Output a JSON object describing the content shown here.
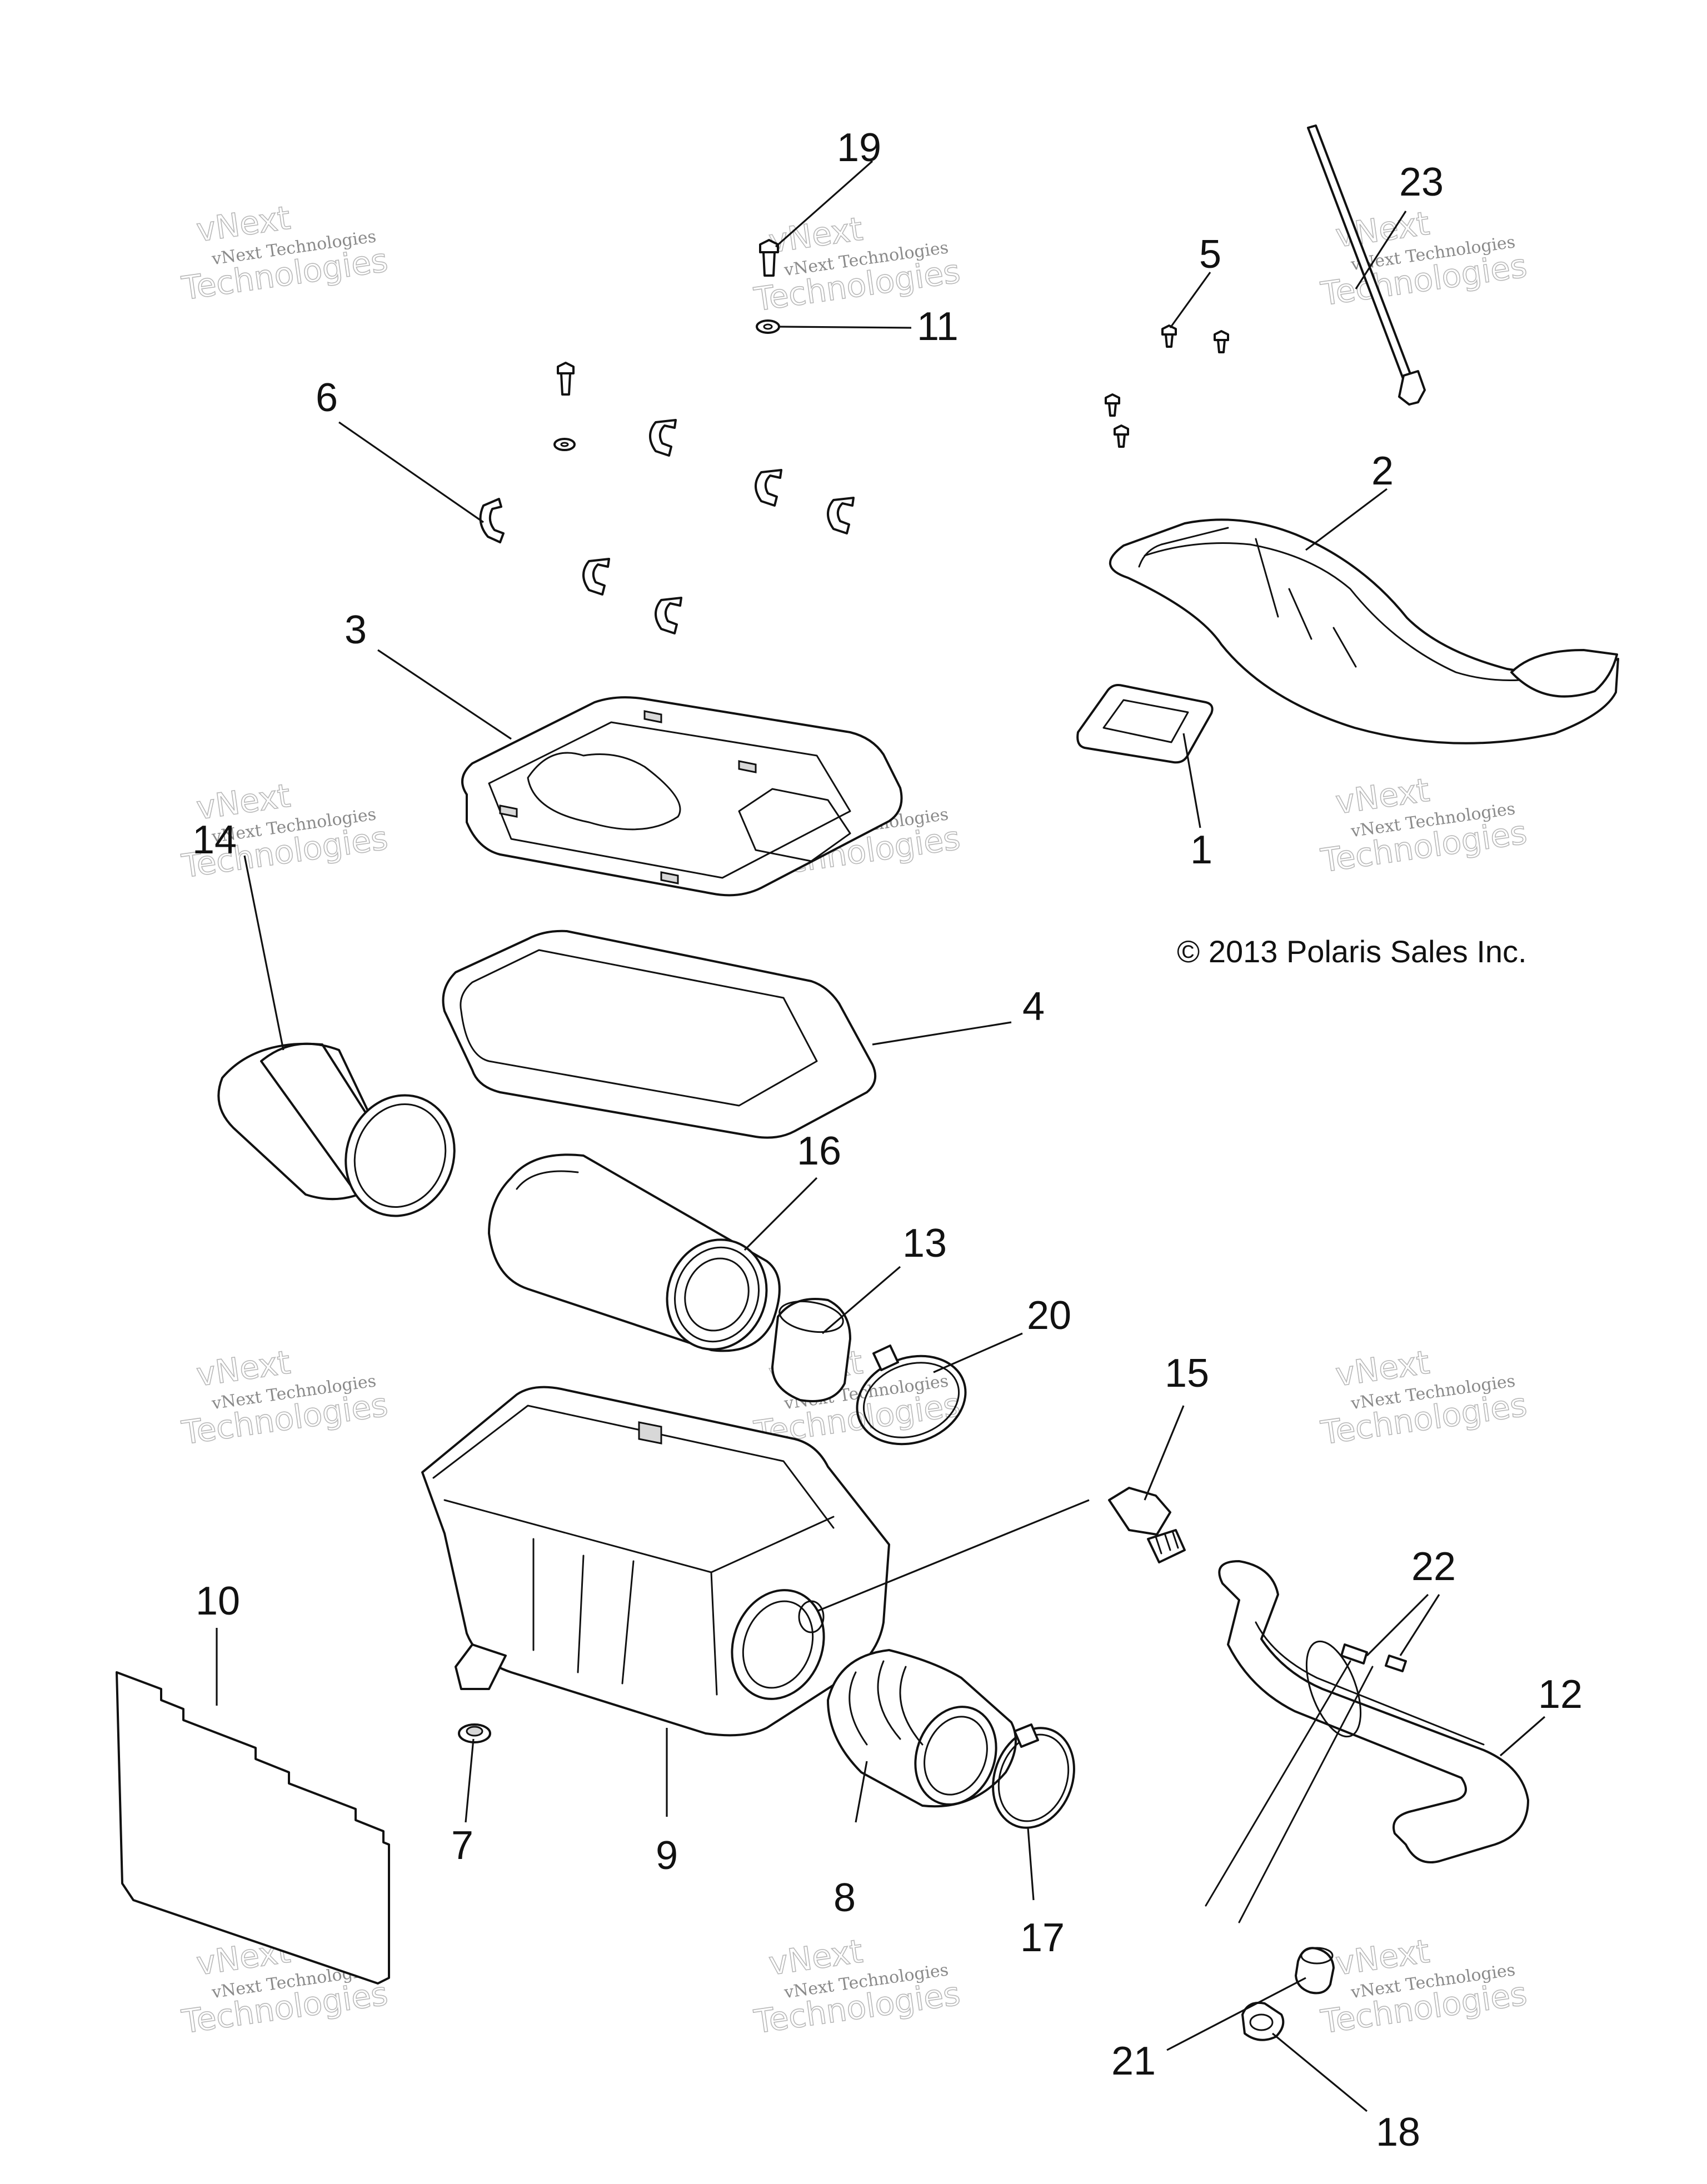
{
  "copyright": "© 2013 Polaris Sales Inc.",
  "watermark": {
    "line1": "vNext Technologies",
    "line2_top": "vNext",
    "line2_bottom": "Technologies"
  },
  "callouts": {
    "c1": "1",
    "c2": "2",
    "c3": "3",
    "c4": "4",
    "c5": "5",
    "c6": "6",
    "c7": "7",
    "c8": "8",
    "c9": "9",
    "c10": "10",
    "c11": "11",
    "c12": "12",
    "c13": "13",
    "c14": "14",
    "c15": "15",
    "c16": "16",
    "c17": "17",
    "c18": "18",
    "c19": "19",
    "c20": "20",
    "c21": "21",
    "c22": "22",
    "c23": "23"
  }
}
